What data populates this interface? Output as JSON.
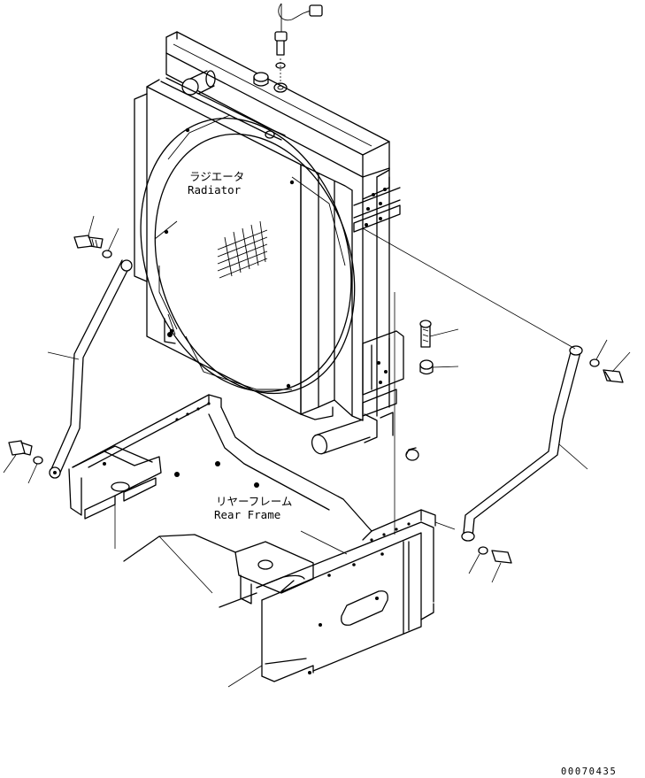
{
  "labels": {
    "radiator_jp": "ラジエータ",
    "radiator_en": "Radiator",
    "rear_frame_jp": "リヤーフレーム",
    "rear_frame_en": "Rear Frame"
  },
  "drawing_code": "00070435"
}
